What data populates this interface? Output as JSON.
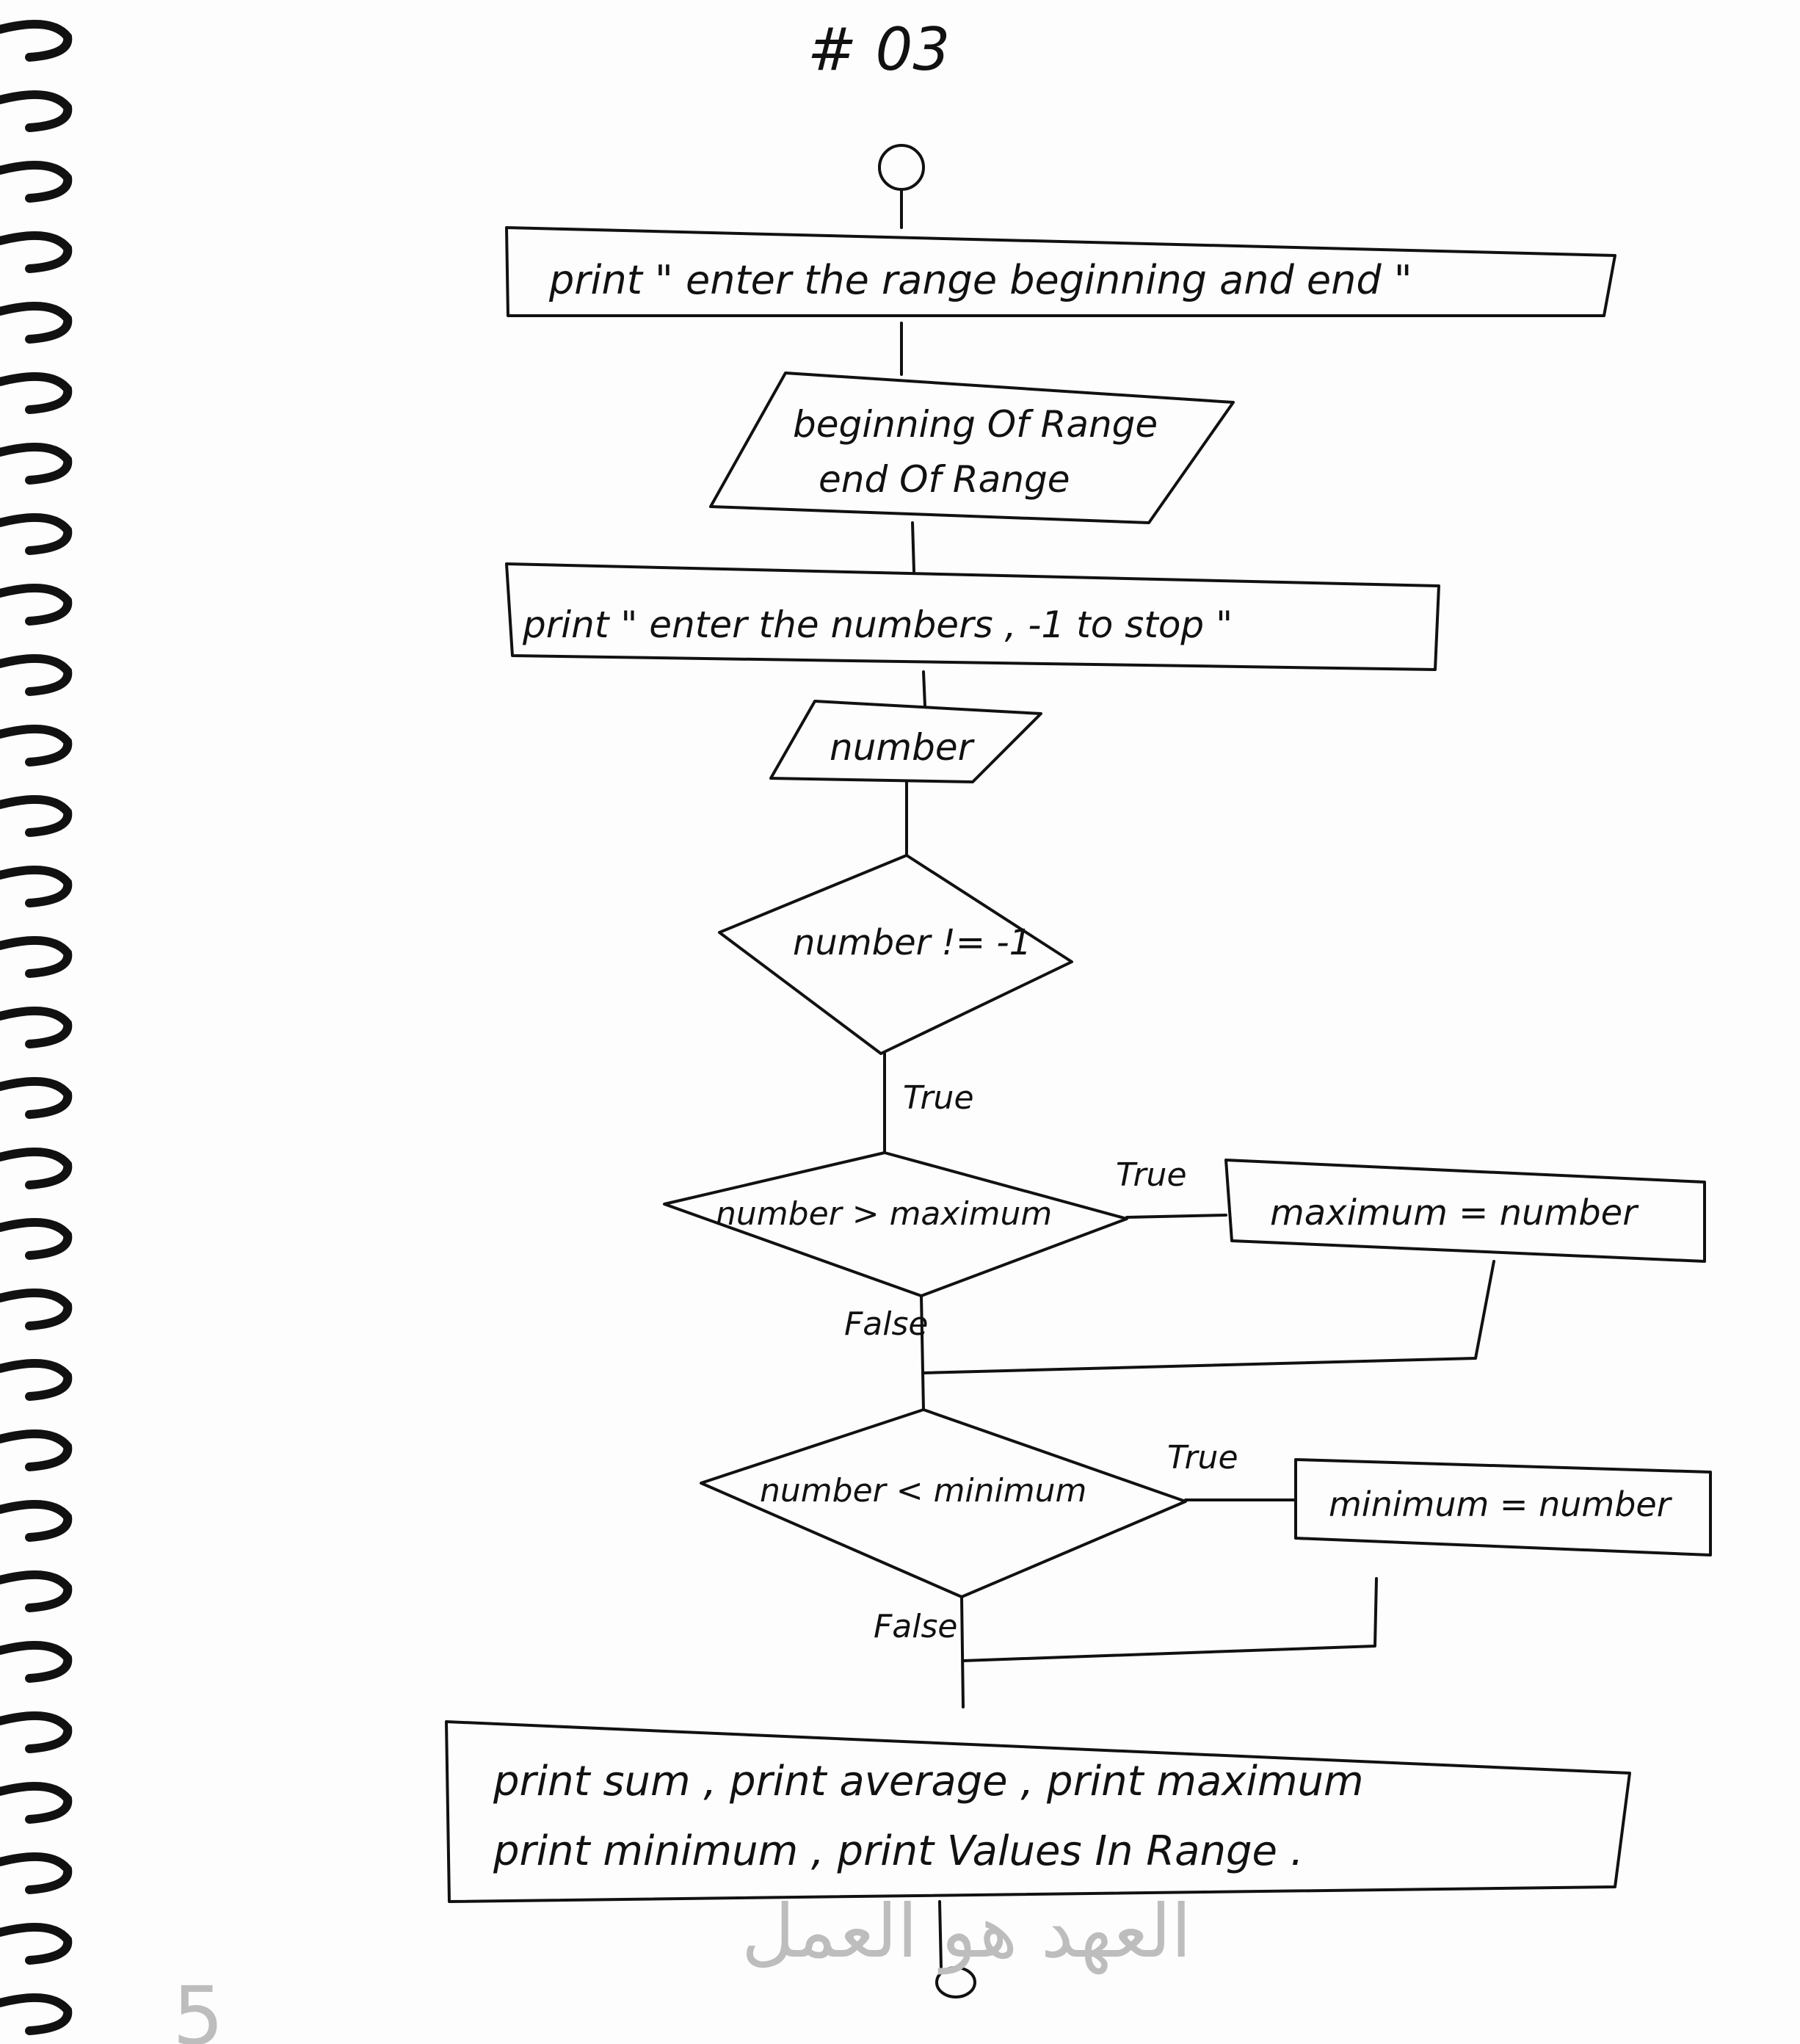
{
  "page": {
    "heading": "# 03",
    "footer_number": "5",
    "watermark_text": "العهد هو العمل"
  },
  "flowchart": {
    "nodes": {
      "start": {
        "shape": "terminal"
      },
      "prompt_range": {
        "shape": "process",
        "text": "print \" enter the range beginning and end \""
      },
      "input_range": {
        "shape": "input",
        "lines": [
          "beginning Of Range",
          "end Of Range"
        ]
      },
      "prompt_numbers": {
        "shape": "process",
        "text": "print \" enter the numbers , -1 to stop \""
      },
      "input_number": {
        "shape": "input",
        "text": "number"
      },
      "check_stop": {
        "shape": "decision",
        "text": "number != -1"
      },
      "check_max": {
        "shape": "decision",
        "text": "number > maximum"
      },
      "set_max": {
        "shape": "process",
        "text": "maximum = number"
      },
      "check_min": {
        "shape": "decision",
        "text": "number < minimum"
      },
      "set_min": {
        "shape": "process",
        "text": "minimum = number"
      },
      "output": {
        "shape": "process",
        "lines": [
          "print sum , print average , print maximum",
          "print minimum , print Values In Range ."
        ]
      },
      "end": {
        "shape": "terminal"
      }
    },
    "edge_labels": {
      "stop_true": "True",
      "max_true": "True",
      "max_false": "False",
      "min_true": "True",
      "min_false": "False"
    }
  }
}
